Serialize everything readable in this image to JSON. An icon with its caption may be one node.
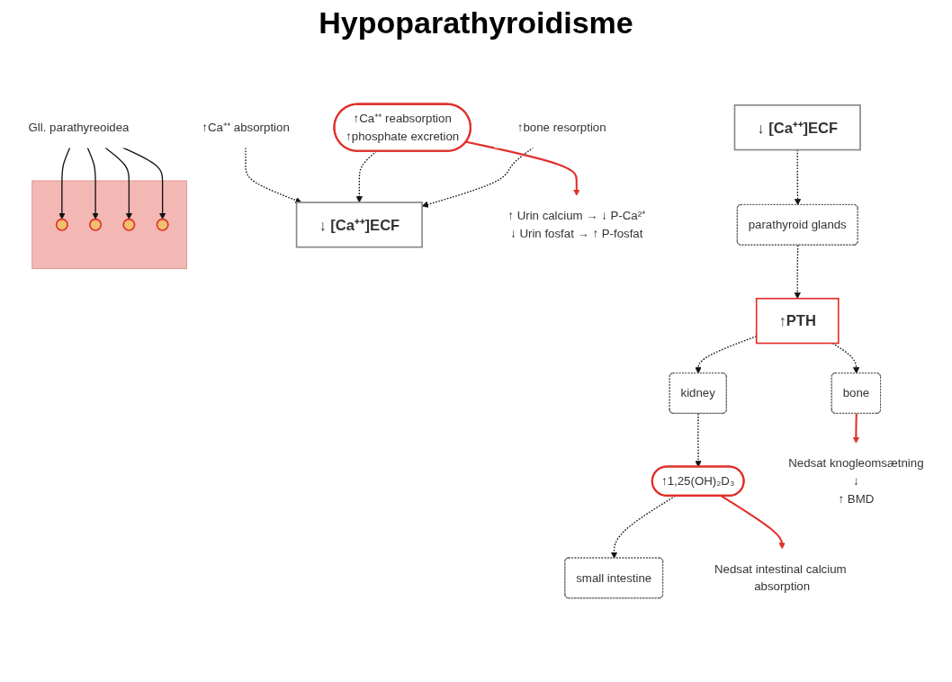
{
  "diagram": {
    "title": "Hypoparathyroidisme",
    "nodes": [
      {
        "text": [
          "↓ [Ca⁺⁺]ECF"
        ]
      },
      {
        "text": [
          "parathyroid glands"
        ]
      },
      {
        "text": [
          "↑PTH"
        ]
      },
      {
        "text": [
          "↑1,25(OH)₂D₃"
        ]
      },
      {
        "text": [
          "small intestine"
        ]
      },
      {
        "text": [
          "kidney"
        ]
      },
      {
        "text": [
          "bone"
        ]
      },
      {
        "text": [
          "↑Ca⁺⁺ absorption"
        ]
      },
      {
        "text": [
          "↑Ca⁺⁺ reabsorption",
          "↑phosphate excretion"
        ]
      },
      {
        "text": [
          "↑bone resorption"
        ]
      },
      {
        "text": [
          "↓ [Ca⁺⁺]ECF"
        ]
      },
      {
        "text": [
          "Nedsat intestinal calcium absorption"
        ]
      },
      {
        "text": [
          "Nedsat knogleomsætning",
          "↓",
          "↑ BMD"
        ]
      },
      {
        "text": [
          "↑ Urin calcium → ↓ P-Ca²⁺",
          "↓ Urin fosfat → ↑ P-fosfat"
        ]
      },
      {
        "text": [],
        "shape": "picture"
      },
      {
        "text": [],
        "shape": "circle",
        "in": 14
      },
      {
        "text": [],
        "shape": "circle",
        "in": 14
      },
      {
        "text": [],
        "shape": "circle",
        "in": 14
      },
      {
        "text": [],
        "shape": "circle",
        "in": 14
      },
      {
        "text": [
          "Gll. parathyreoidea"
        ]
      }
    ],
    "edges": [
      {
        "from": 0,
        "to": 1,
        "arrow": "to",
        "style": "dashed"
      },
      {
        "from": 1,
        "to": 2,
        "arrow": "to",
        "style": "dashed"
      },
      {
        "from": 2,
        "to": 5,
        "arrow": "to",
        "style": "dashed"
      },
      {
        "from": 2,
        "to": 6,
        "arrow": "to",
        "style": "dashed"
      },
      {
        "from": 5,
        "to": 3,
        "arrow": "to",
        "style": "dashed"
      },
      {
        "from": 3,
        "to": 4,
        "arrow": "to",
        "style": "dashed"
      },
      {
        "from": 7,
        "to": 10,
        "arrow": "to",
        "style": "dashed"
      },
      {
        "from": 8,
        "to": 10,
        "arrow": "to",
        "style": "dashed"
      },
      {
        "from": 9,
        "to": 10,
        "arrow": "to",
        "style": "dashed"
      },
      {
        "from": 3,
        "to": 11,
        "arrow": "to",
        "color": "#e0302a"
      },
      {
        "from": 6,
        "to": 12,
        "arrow": "to",
        "color": "#e0302a"
      },
      {
        "from": 8,
        "to": 13,
        "arrow": "to",
        "color": "#e0302a"
      },
      {
        "from": 19,
        "to": 15,
        "arrow": "to"
      },
      {
        "from": 19,
        "to": 16,
        "arrow": "to"
      },
      {
        "from": 19,
        "to": 17,
        "arrow": "to"
      },
      {
        "from": 19,
        "to": 18,
        "arrow": "to"
      }
    ]
  }
}
